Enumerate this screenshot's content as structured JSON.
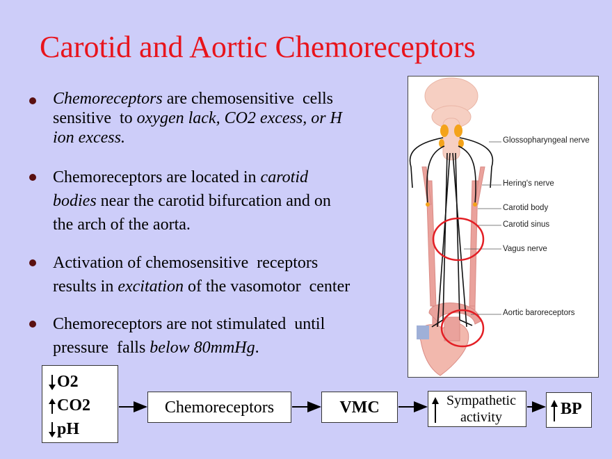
{
  "slide": {
    "title": "Carotid and Aortic Chemoreceptors"
  },
  "bullets": [
    {
      "lines": [
        [
          {
            "t": "Chemoreceptors",
            "i": true
          },
          {
            "t": " are chemosensitive  cells",
            "i": false
          }
        ],
        [
          {
            "t": "sensitive  to ",
            "i": false
          },
          {
            "t": "oxygen lack, CO2 excess, or H",
            "i": true
          }
        ],
        [
          {
            "t": "ion excess.",
            "i": true
          }
        ]
      ]
    },
    {
      "lines": [
        [
          {
            "t": "Chemoreceptors are located in ",
            "i": false
          },
          {
            "t": "carotid",
            "i": true
          }
        ],
        [
          {
            "t": "bodies",
            "i": true
          },
          {
            "t": " near the carotid bifurcation and on",
            "i": false
          }
        ],
        [
          {
            "t": "the arch of the aorta.",
            "i": false
          }
        ]
      ]
    },
    {
      "lines": [
        [
          {
            "t": "Activation of chemosensitive  receptors",
            "i": false
          }
        ],
        [
          {
            "t": "results in ",
            "i": false
          },
          {
            "t": "excitation",
            "i": true
          },
          {
            "t": " of the vasomotor  center",
            "i": false
          }
        ]
      ]
    },
    {
      "lines": [
        [
          {
            "t": "Chemoreceptors are not stimulated  until",
            "i": false
          }
        ],
        [
          {
            "t": "pressure  falls ",
            "i": false
          },
          {
            "t": "below 80mmHg",
            "i": true
          },
          {
            "t": ".",
            "i": false
          }
        ]
      ]
    }
  ],
  "figure": {
    "labels": {
      "glossopharyngeal": "Glossopharyngeal nerve",
      "herings": "Hering's nerve",
      "carotid_body": "Carotid body",
      "carotid_sinus": "Carotid sinus",
      "vagus": "Vagus nerve",
      "aortic": "Aortic baroreceptors"
    }
  },
  "flow": {
    "inputs": [
      {
        "label": "O2",
        "direction": "down"
      },
      {
        "label": "CO2",
        "direction": "up"
      },
      {
        "label": "pH",
        "direction": "down"
      }
    ],
    "chemoreceptors": "Chemoreceptors",
    "vmc": "VMC",
    "sympathetic": "Sympathetic activity",
    "bp": "BP"
  },
  "colors": {
    "background": "#cdcdf9",
    "title": "#e8141c",
    "highlight_circle": "#e31e24",
    "vessel": "#eaa29c",
    "brain": "#f6cfc2",
    "nerve_dot": "#f4a31a"
  }
}
